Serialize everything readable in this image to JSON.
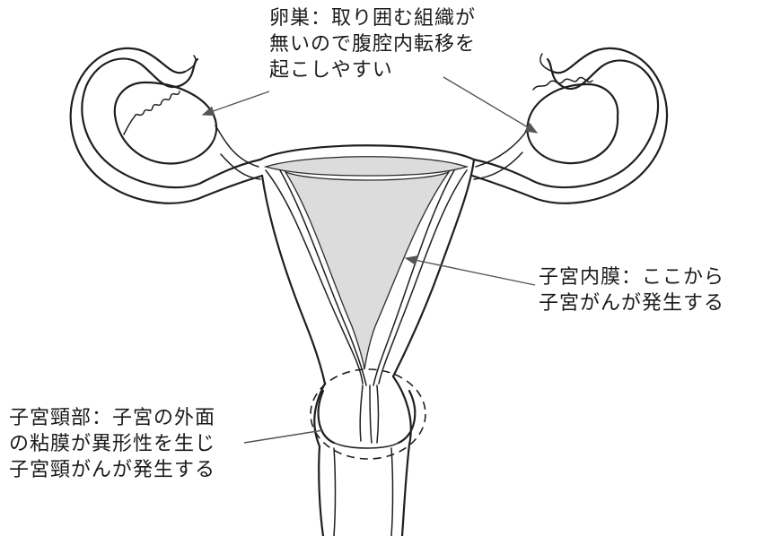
{
  "labels": {
    "ovary": {
      "lines": [
        "卵巣：取り囲む組織が",
        "無いので腹腔内転移を",
        "起こしやすい"
      ]
    },
    "endometrium": {
      "lines": [
        "子宮内膜：ここから",
        "子宮がんが発生する"
      ]
    },
    "cervix": {
      "lines": [
        "子宮頸部：子宮の外面",
        "の粘膜が異形性を生じ",
        "子宮頸がんが発生する"
      ]
    }
  },
  "colors": {
    "line": "#1f1f1f",
    "shading": "#dcdcdc",
    "background": "#ffffff"
  }
}
